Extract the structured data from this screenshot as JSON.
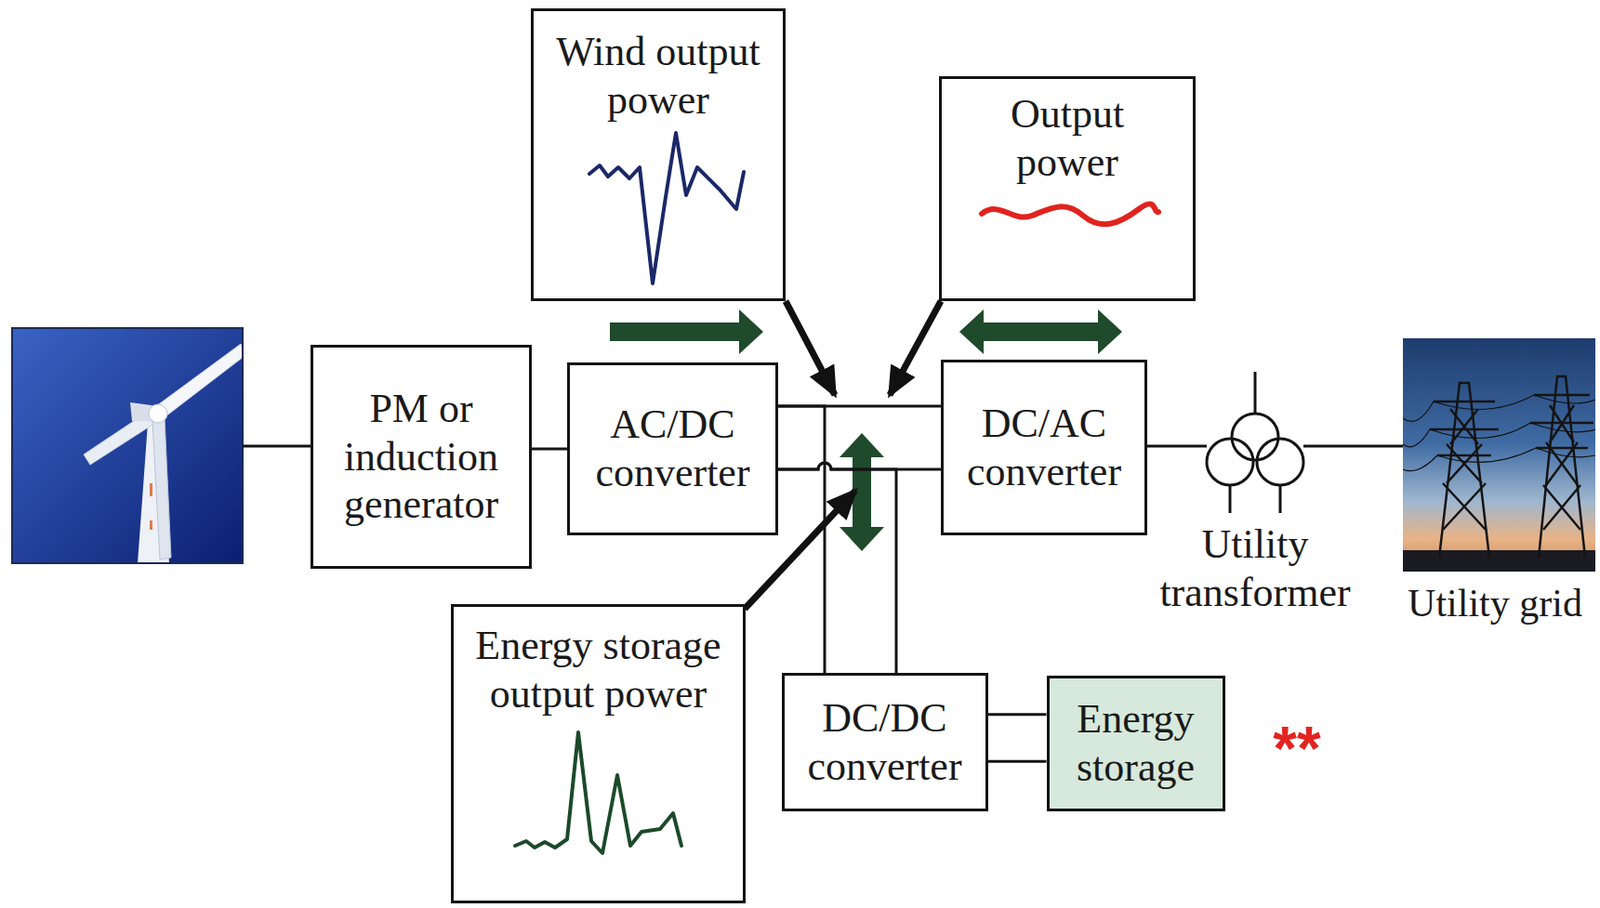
{
  "diagram": {
    "nodes": [
      {
        "text": [
          "Wind output power"
        ]
      },
      {
        "text": [
          "Output power"
        ]
      },
      {
        "text": [
          "PM or induction generator"
        ]
      },
      {
        "text": [
          "AC/DC converter"
        ]
      },
      {
        "text": [
          "DC/AC converter"
        ]
      },
      {
        "text": [
          "Energy storage output power"
        ]
      },
      {
        "text": [
          "DC/DC converter"
        ]
      },
      {
        "text": [
          "Energy storage"
        ]
      }
    ],
    "edges": [
      {
        "from": 2,
        "to": 3,
        "arrow": "none"
      },
      {
        "from": 3,
        "to": 4,
        "arrow": "none"
      },
      {
        "from": 3,
        "to": 6,
        "arrow": "none"
      },
      {
        "from": 6,
        "to": 7,
        "arrow": "none"
      }
    ],
    "labels": [
      "Utility transformer",
      "Utility grid",
      "**"
    ]
  }
}
